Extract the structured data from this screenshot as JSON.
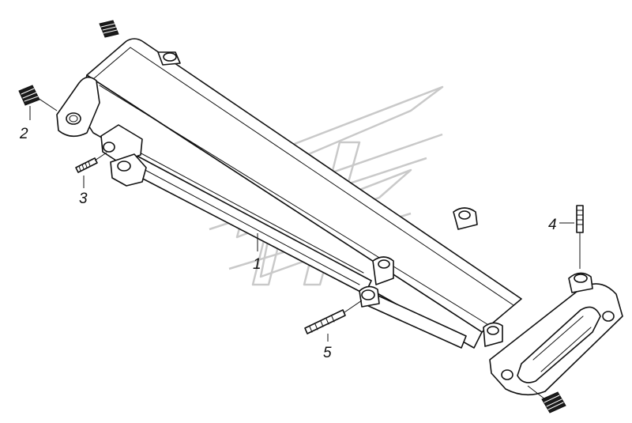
{
  "callouts": [
    {
      "id": "1",
      "label": "1"
    },
    {
      "id": "2",
      "label": "2"
    },
    {
      "id": "3",
      "label": "3"
    },
    {
      "id": "4",
      "label": "4"
    },
    {
      "id": "5",
      "label": "5"
    }
  ],
  "colors": {
    "ink": "#111111",
    "background": "#ffffff",
    "watermark": "#c9c9c9"
  }
}
